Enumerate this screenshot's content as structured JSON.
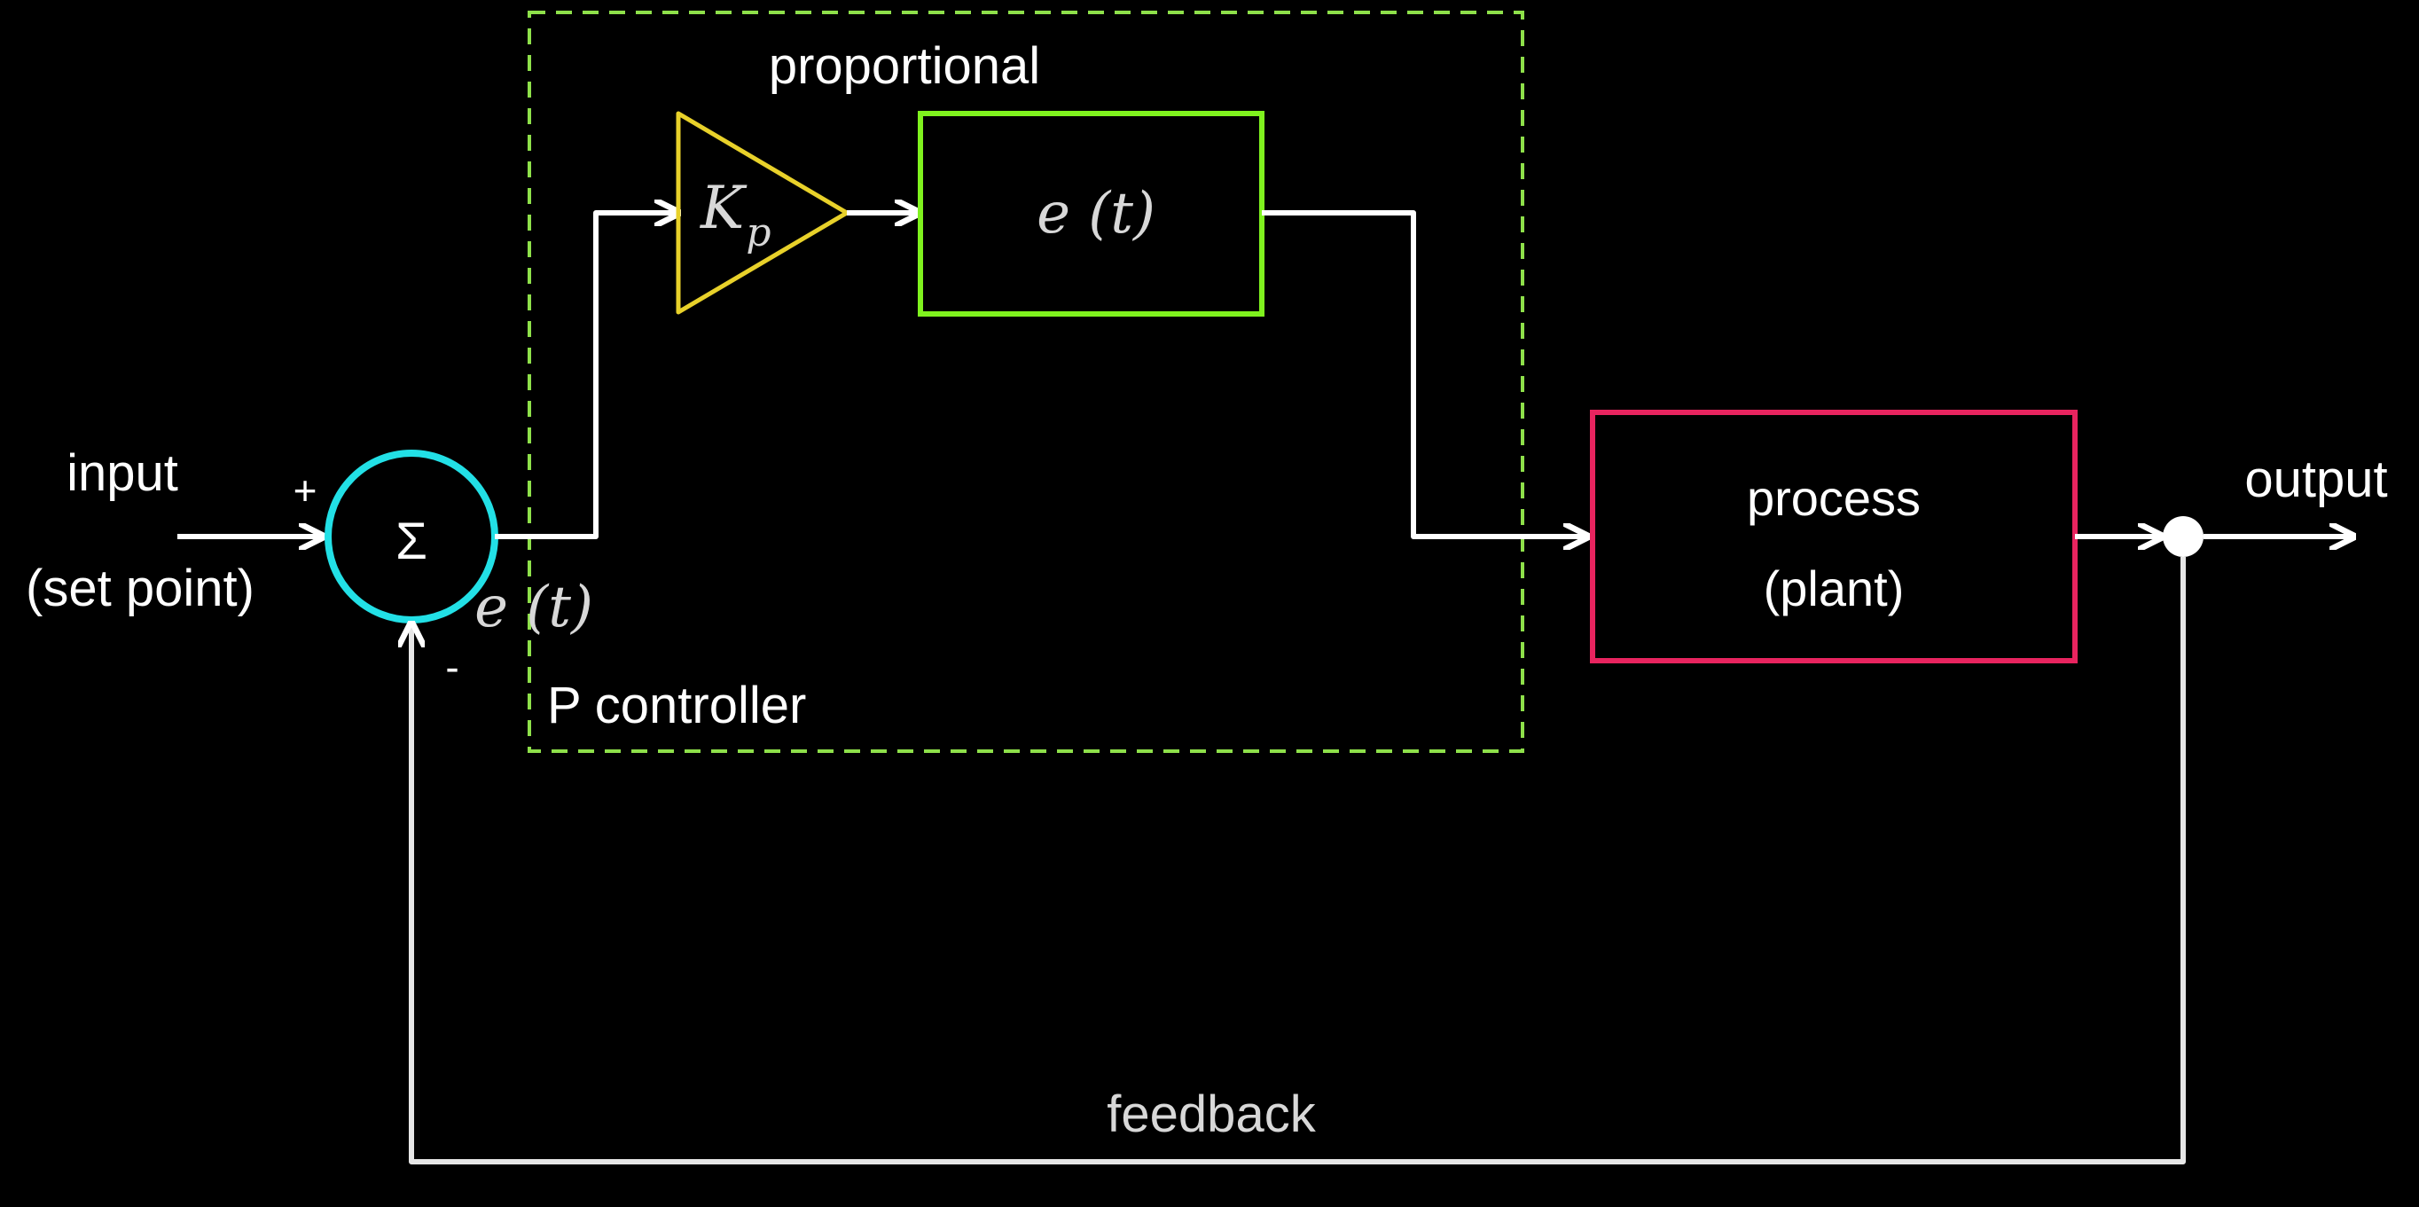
{
  "labels": {
    "input": "input",
    "set_point": "(set point)",
    "plus_sign": "+",
    "minus_sign": "-",
    "sigma": "Σ",
    "error_symbol": "e (t)",
    "proportional": "proportional",
    "gain_main": "K",
    "gain_sub": "p",
    "block_expression": "e (t)",
    "controller_label": "P controller",
    "process_line1": "process",
    "process_line2": "(plant)",
    "output": "output",
    "feedback": "feedback"
  },
  "colors": {
    "background": "#000000",
    "wire": "#ffffff",
    "feedback_wire": "#e6e6e6",
    "summing_junction": "#22e0e6",
    "gain_triangle": "#e8d12a",
    "proportional_block": "#7ff21e",
    "controller_boundary": "#8ee04a",
    "process_block": "#e8245f",
    "text": "#ffffff",
    "math_text": "#d8d8d8"
  }
}
